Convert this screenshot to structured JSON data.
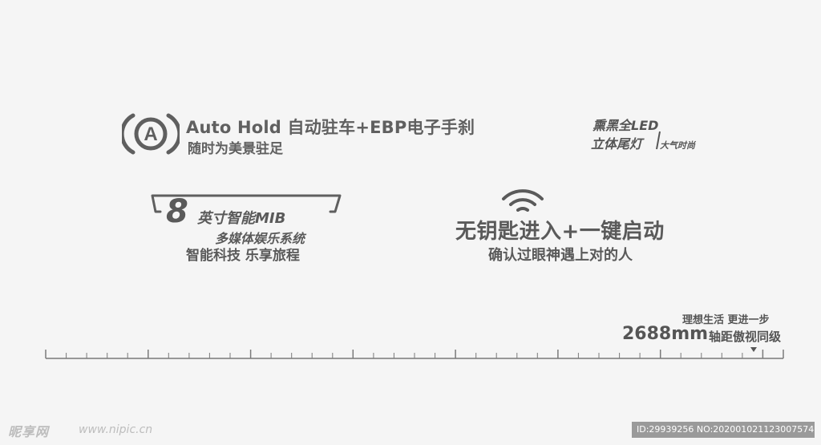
{
  "autohold": {
    "icon": "auto-hold-icon",
    "icon_letter": "A",
    "title": "Auto Hold 自动驻车+EBP电子手刹",
    "subtitle": "随时为美景驻足"
  },
  "led": {
    "line1": "熏黑全LED",
    "line2": "立体尾灯",
    "tag": "大气时尚"
  },
  "mib": {
    "number": "8",
    "line1": "英寸智能MIB",
    "line2": "多媒体娱乐系统",
    "line3": "智能科技 乐享旅程"
  },
  "keyless": {
    "icon": "wireless-signal-icon",
    "title": "无钥匙进入+一键启动",
    "subtitle": "确认过眼神遇上对的人"
  },
  "wheelbase": {
    "subtitle": "理想生活 更进一步",
    "value": "2688mm",
    "label": "轴距傲视同级"
  },
  "watermark": {
    "logo": "昵享网",
    "url": "www.nipic.cn",
    "id_text": "ID:29939256 NO:20200102112300757407"
  },
  "colors": {
    "text": "#5a5a5a",
    "background": "#f5f5f5",
    "watermark_bar": "#9a9a9a"
  }
}
